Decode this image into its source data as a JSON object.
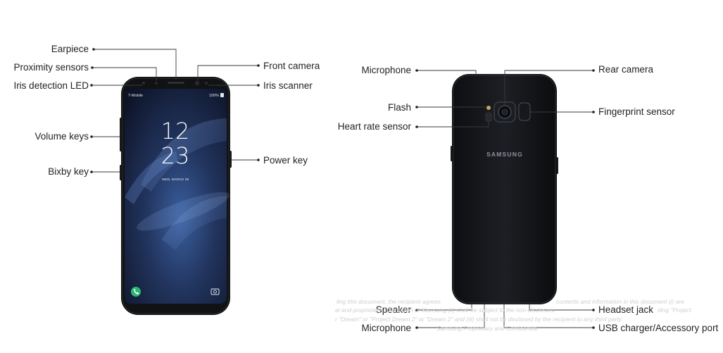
{
  "front_labels": {
    "earpiece": "Earpiece",
    "proximity_sensors": "Proximity sensors",
    "iris_detection_led": "Iris detection LED",
    "front_camera": "Front camera",
    "iris_scanner": "Iris scanner",
    "volume_keys": "Volume keys",
    "bixby_key": "Bixby key",
    "power_key": "Power key"
  },
  "back_labels": {
    "microphone_top": "Microphone",
    "rear_camera": "Rear camera",
    "flash": "Flash",
    "fingerprint_sensor": "Fingerprint sensor",
    "heart_rate_sensor": "Heart rate sensor",
    "speaker": "Speaker",
    "headset_jack": "Headset jack",
    "microphone_bottom": "Microphone",
    "usb_charger": "USB charger/Accessory port"
  },
  "screen": {
    "carrier": "T-Mobile",
    "status": "100%",
    "clock_hour": "12",
    "clock_minute": "23",
    "date": "WED, MARCH 29"
  },
  "back_brand": "SAMSUNG",
  "watermark": {
    "line1": "ling this document, the recipient agrees",
    "line1b": "contents and information in this document (i) are",
    "line2": "al and proprietary information of Samsung (ii) shall be subject to the non-disclosure",
    "line2b": "ding \"Project",
    "line3": "r \"Dream\" or \"Project Dream 2\" or \"Dream 2\" and (iii) shall not be disclosed by the recipient to any third party.",
    "line4": "Samsung Proprietary and Confidential"
  },
  "colors": {
    "label_text": "#231f20",
    "leader_line": "#3a3a3a",
    "phone_body": "#111214",
    "call_icon": "#2bb673"
  },
  "icons": [
    "phone-call-icon",
    "camera-shortcut-icon"
  ]
}
